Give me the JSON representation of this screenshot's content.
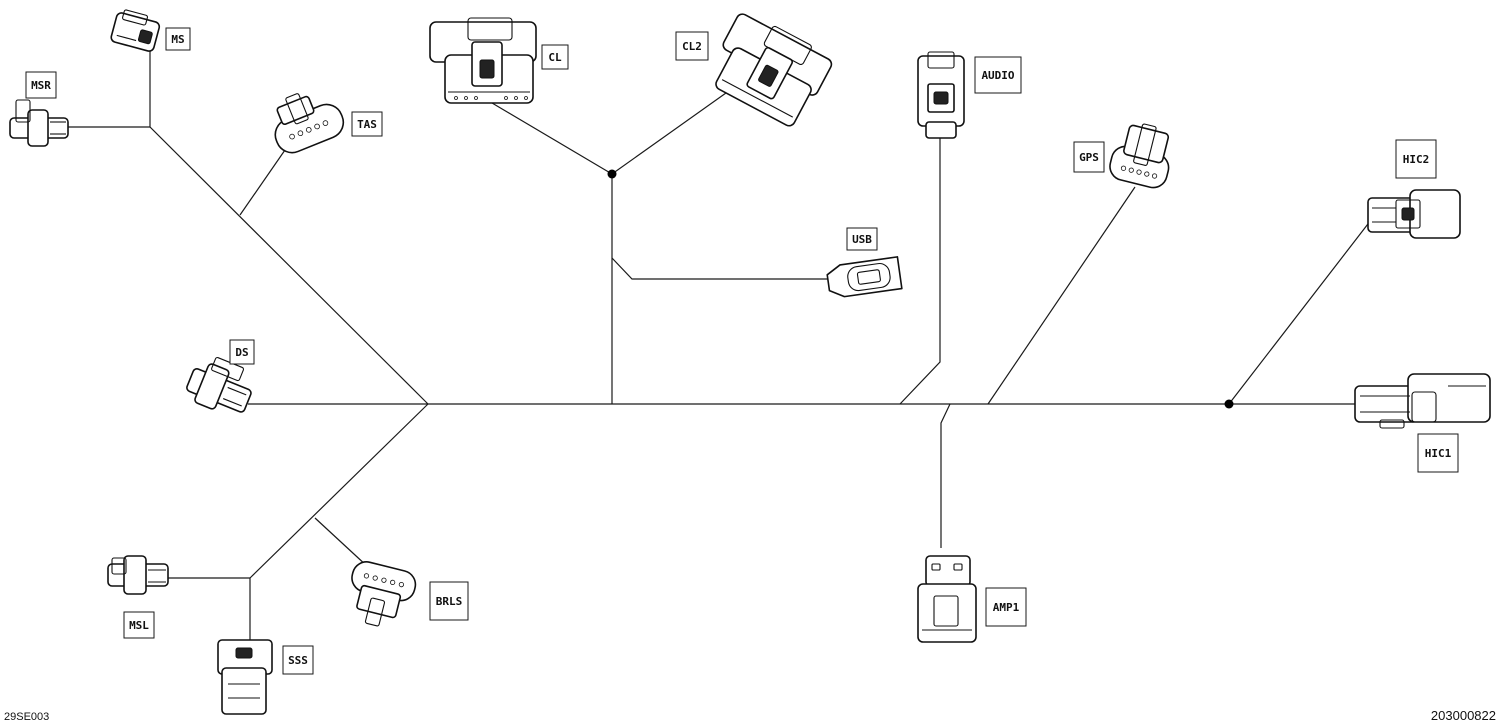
{
  "labels": {
    "ms": "MS",
    "msr": "MSR",
    "tas": "TAS",
    "cl": "CL",
    "cl2": "CL2",
    "usb": "USB",
    "audio": "AUDIO",
    "gps": "GPS",
    "hic2": "HIC2",
    "hic1": "HIC1",
    "ds": "DS",
    "msl": "MSL",
    "sss": "SSS",
    "brls": "BRLS",
    "amp1": "AMP1"
  },
  "footer": {
    "left_code": "29SE003",
    "right_code": "203000822"
  }
}
